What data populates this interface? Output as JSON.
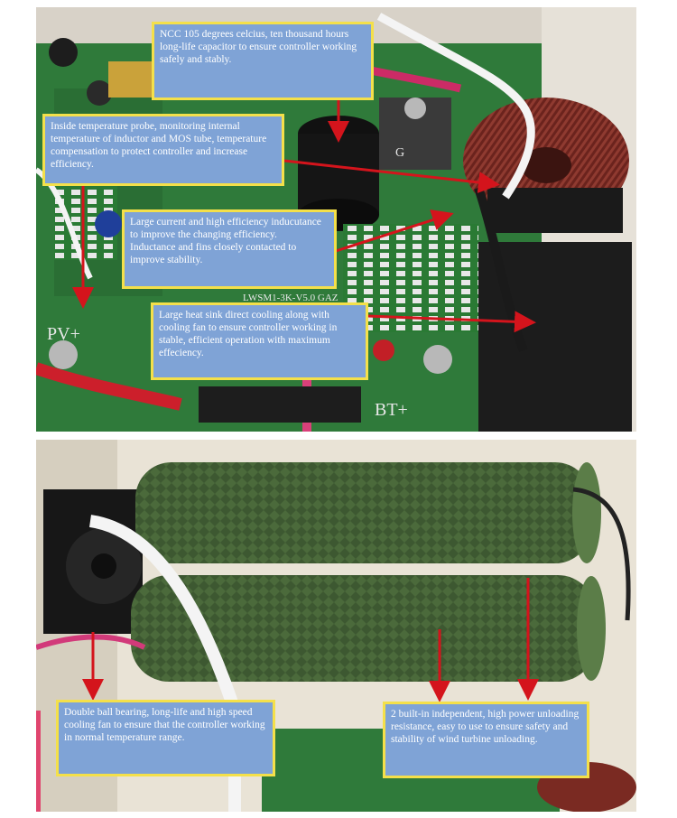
{
  "colors": {
    "pcb_green": "#2f7a3a",
    "callout_fill": "#7fa3d6",
    "callout_border": "#f4e04a",
    "arrow_red": "#d4141c",
    "resistor_green": "#4d6b3c",
    "coil_copper": "#7a2a22",
    "heatsink_black": "#1c1c1c"
  },
  "board": {
    "silkscreen_model": "LWSM1-3K-V5.0  GAZ",
    "label_pv": "PV+",
    "label_bt": "BT+",
    "label_g": "G"
  },
  "callouts": {
    "capacitor": "NCC 105 degrees celcius, ten thousand hours long-life capacitor to ensure controller working safely and stably.",
    "temperature": "Inside temperature probe, monitoring internal temperature of inductor and MOS tube, temperature compensation to protect controller and increase efficiency.",
    "inductance": [
      "Large current and high efficiency inducutance to improve the changing efficiency.",
      "Inductance and fins closely contacted to improve stability."
    ],
    "heatsink": "Large heat sink direct cooling along with cooling fan to ensure controller working in stable, efficient operation with maximum effeciency.",
    "fan": "Double ball bearing, long-life and high speed cooling fan to ensure that the controller working in normal temperature range.",
    "resistance": "2 built-in independent, high power unloading resistance, easy to use to ensure safety and stability of wind turbine unloading."
  }
}
